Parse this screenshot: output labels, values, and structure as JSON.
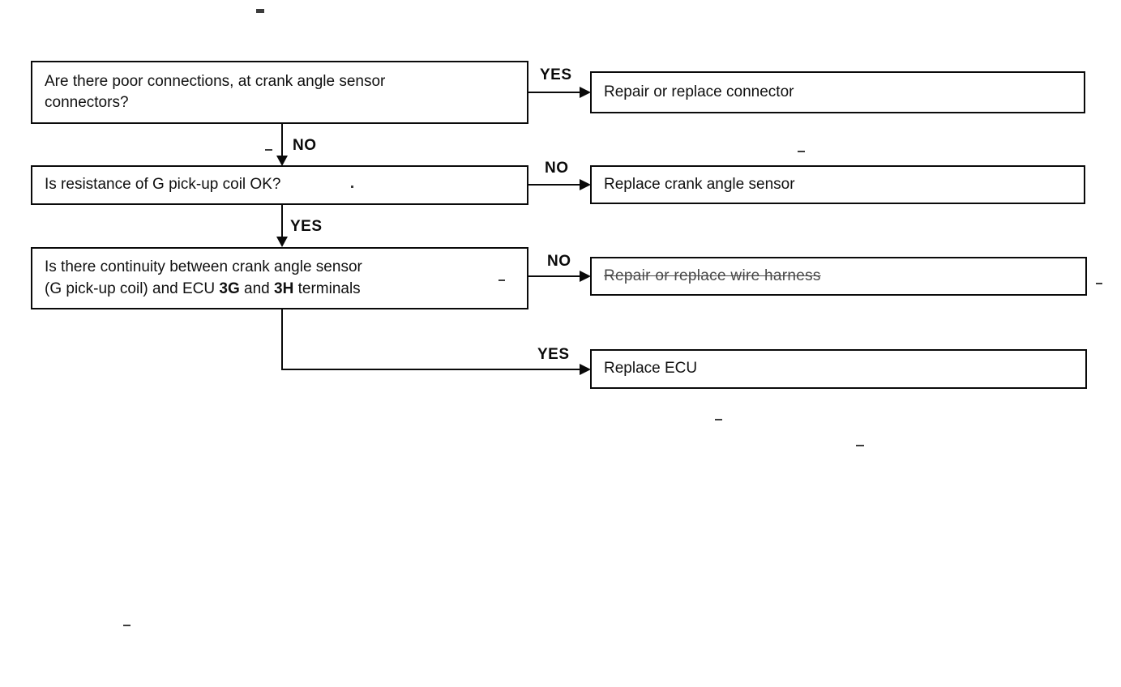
{
  "page": {
    "background": "#ffffff",
    "ink": "#0a0a0a"
  },
  "flowchart": {
    "questions": {
      "q1": {
        "lines": [
          "Are there poor connections, at crank angle sensor",
          "connectors?"
        ]
      },
      "q2": {
        "lines": [
          "Is resistance of G pick-up coil OK?"
        ]
      },
      "q3": {
        "line1": "Is there continuity between crank angle sensor",
        "line2": {
          "pre": "(G pick-up coil) and ECU ",
          "bold1": "3G",
          "mid": " and ",
          "bold2": "3H",
          "post": " terminals"
        }
      }
    },
    "actions": {
      "a1": "Repair or replace connector",
      "a2": "Replace crank angle sensor",
      "a3": "Repair or replace wire harness",
      "a4": "Replace ECU"
    },
    "connector_labels": {
      "c1": "YES",
      "c2": "NO",
      "c3": "NO",
      "c4": "YES",
      "c5": "NO",
      "c6": "YES"
    }
  }
}
